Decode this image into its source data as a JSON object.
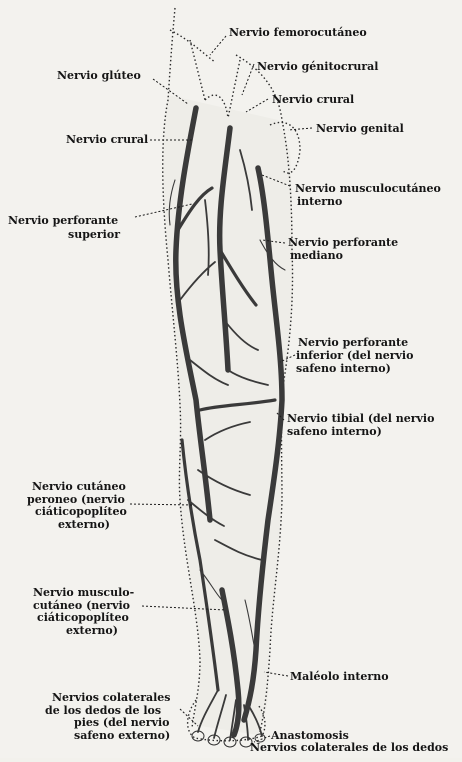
{
  "figure": {
    "labels": {
      "femorocutaneo": "Nervio femorocutáneo",
      "gluteo": "Nervio glúteo",
      "genitocrural": "Nervio génitocrural",
      "crural_top": "Nervio crural",
      "genital": "Nervio genital",
      "crural_left": "Nervio crural",
      "musculocutaneo_interno_1": "Nervio musculocutáneo",
      "musculocutaneo_interno_2": "interno",
      "perforante_superior_1": "Nervio perforante",
      "perforante_superior_2": "superior",
      "perforante_mediano_1": "Nervio perforante",
      "perforante_mediano_2": "mediano",
      "perforante_inferior_1": "Nervio  perforante",
      "perforante_inferior_2": "inferior (del nervio",
      "perforante_inferior_3": "safeno interno)",
      "tibial_1": "Nervio tibial (del nervio",
      "tibial_2": "safeno interno)",
      "cutaneo_peroneo_1": "Nervio cutáneo",
      "cutaneo_peroneo_2": "peroneo (nervio",
      "cutaneo_peroneo_3": "ciáticopoplíteo",
      "cutaneo_peroneo_4": "externo)",
      "musculo_cutaneo_1": "Nervio musculo-",
      "musculo_cutaneo_2": "cutáneo (nervio",
      "musculo_cutaneo_3": "ciáticopoplíteo",
      "musculo_cutaneo_4": "externo)",
      "maleolo": "Maléolo interno",
      "colaterales_pies_1": "Nervios colaterales",
      "colaterales_pies_2": "de los dedos de los",
      "colaterales_pies_3": "pies (del nervio",
      "colaterales_pies_4": "safeno externo)",
      "anastomosis": "Anastomosis",
      "colaterales_dedos": "Nervios colaterales de los dedos"
    }
  }
}
